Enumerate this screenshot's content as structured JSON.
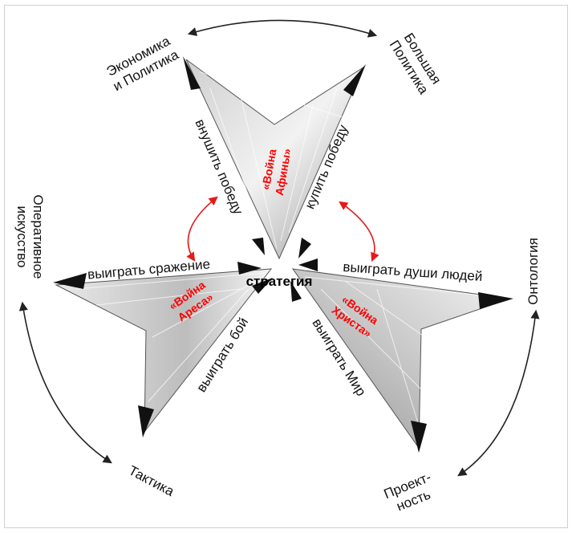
{
  "center": "стратегия",
  "outer_nodes": {
    "economics": [
      "Экономика",
      "и Политика"
    ],
    "big_politics": [
      "Большая",
      "Политика"
    ],
    "operative": [
      "Оперативное",
      "искусство"
    ],
    "ontology": "Онтология",
    "tactics": "Тактика",
    "projectness": [
      "Проект-",
      "ность"
    ]
  },
  "edge_labels": {
    "instill_victory": "внушить победу",
    "buy_victory": "купить победу",
    "win_battle": "выиграть сражение",
    "win_souls": "выиграть души людей",
    "win_fight": "выиграть бой",
    "win_peace": "выиграть Мир"
  },
  "wars": {
    "athena": [
      "«Война",
      "Афины»"
    ],
    "ares": [
      "«Война",
      "Ареса»"
    ],
    "christ": [
      "«Война",
      "Христа»"
    ]
  },
  "colors": {
    "war_label": "#ff0000",
    "red_arrow": "#e41b1b",
    "ring": "#222222"
  }
}
